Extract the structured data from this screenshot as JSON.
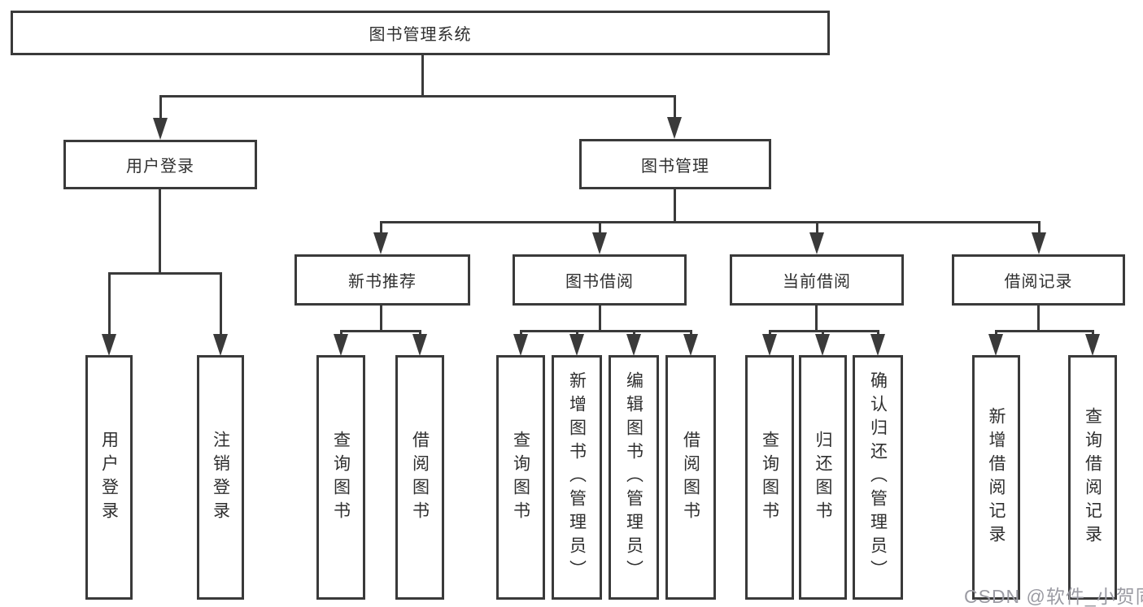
{
  "nodes": {
    "root": "图书管理系统",
    "login": "用户登录",
    "mgmt": "图书管理",
    "login_children": [
      "用户登录",
      "注销登录"
    ],
    "sections": [
      {
        "label": "新书推荐",
        "children": [
          "查询图书",
          "借阅图书"
        ]
      },
      {
        "label": "图书借阅",
        "children": [
          "查询图书",
          "新增图书（管理员）",
          "编辑图书（管理员）",
          "借阅图书"
        ]
      },
      {
        "label": "当前借阅",
        "children": [
          "查询图书",
          "归还图书",
          "确认归还（管理员）"
        ]
      },
      {
        "label": "借阅记录",
        "children": [
          "新增借阅记录",
          "查询借阅记录"
        ]
      }
    ]
  },
  "watermark": "CSDN @软件_小贺同学",
  "colors": {
    "line": "#3a3a3a",
    "text": "#2f2f2f",
    "watermark": "#9b9ba3",
    "background": "#ffffff"
  }
}
